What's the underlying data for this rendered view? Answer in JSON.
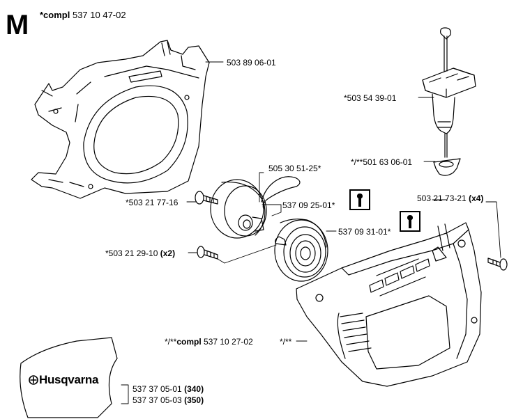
{
  "header": {
    "section_letter": "M",
    "assembly_prefix": "*compl",
    "assembly_number": "537 10 47-02"
  },
  "brand": {
    "logo_text": "Husqvarna"
  },
  "parts": [
    {
      "id": "p1",
      "text": "503 89 06-01",
      "suffix": ""
    },
    {
      "id": "p2",
      "text": "*503 54 39-01",
      "suffix": ""
    },
    {
      "id": "p3",
      "text": "505 30 51-25*",
      "suffix": ""
    },
    {
      "id": "p4",
      "text": "*/**501 63 06-01",
      "suffix": ""
    },
    {
      "id": "p5",
      "text": "*503 21 77-16",
      "suffix": ""
    },
    {
      "id": "p6",
      "text": "537 09 25-01*",
      "suffix": ""
    },
    {
      "id": "p7",
      "text": "503 21 73-21",
      "suffix": "(x4)"
    },
    {
      "id": "p8",
      "text": "537 09 31-01*",
      "suffix": ""
    },
    {
      "id": "p9",
      "text": "*503 21 29-10",
      "suffix": "(x2)"
    },
    {
      "id": "p10",
      "prefix": "*/**",
      "bold": "compl",
      "text": "537 10 27-02"
    },
    {
      "id": "p11",
      "text": "*/**",
      "suffix": ""
    },
    {
      "id": "p12",
      "text": "537 37 05-01",
      "suffix": "(340)"
    },
    {
      "id": "p13",
      "text": "537 37 05-03",
      "suffix": "(350)"
    }
  ],
  "icons": [
    "wrench-tool-icon",
    "screwdriver-tool-icon",
    "husqvarna-crown-icon"
  ],
  "colors": {
    "line": "#000000",
    "background": "#ffffff"
  }
}
